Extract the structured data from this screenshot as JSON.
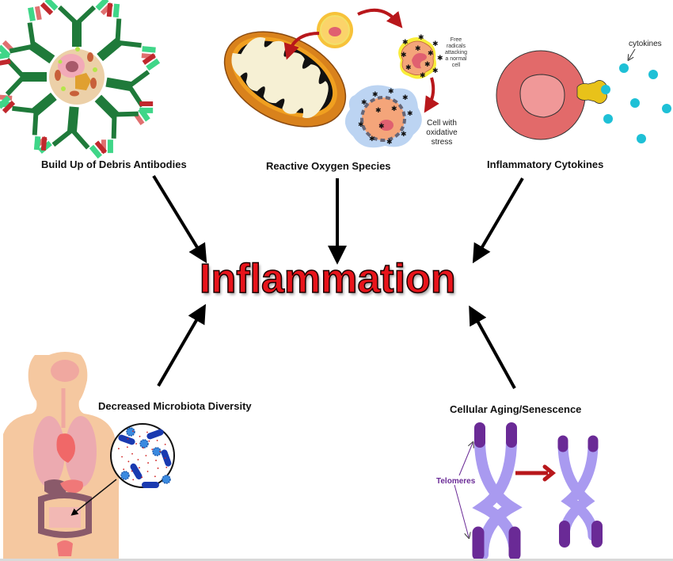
{
  "title": "Inflammation",
  "causes": [
    {
      "id": "debris",
      "label": "Build Up of Debris Antibodies",
      "icon": "antibody-cell-icon"
    },
    {
      "id": "ros",
      "label": "Reactive Oxygen Species",
      "icon": "mitochondria-icon"
    },
    {
      "id": "cytokines",
      "label": "Inflammatory Cytokines",
      "icon": "cytokine-cell-icon"
    },
    {
      "id": "microbiota",
      "label": "Decreased Microbiota Diversity",
      "icon": "human-body-gut-icon"
    },
    {
      "id": "aging",
      "label": "Cellular Aging/Senescence",
      "icon": "chromosome-icon"
    }
  ],
  "annotations": {
    "free_radicals": [
      "Free",
      "radicals",
      "attacking",
      "a normal",
      "cell"
    ],
    "oxidative_stress": [
      "Cell with",
      "oxidative",
      "stress"
    ],
    "cytokines": "cytokines",
    "telomeres": "Telomeres"
  },
  "colors": {
    "title": "#e8141b",
    "antibody_green": "#1f7a3a",
    "antibody_red": "#c0282d",
    "cell_red": "#e06a6a",
    "cytokine_cyan": "#1ec0d6",
    "receptor_yellow": "#e8c21a",
    "chromosome_light": "#a99af0",
    "chromosome_dark": "#6a2a96",
    "arrow_red": "#b8171b"
  }
}
